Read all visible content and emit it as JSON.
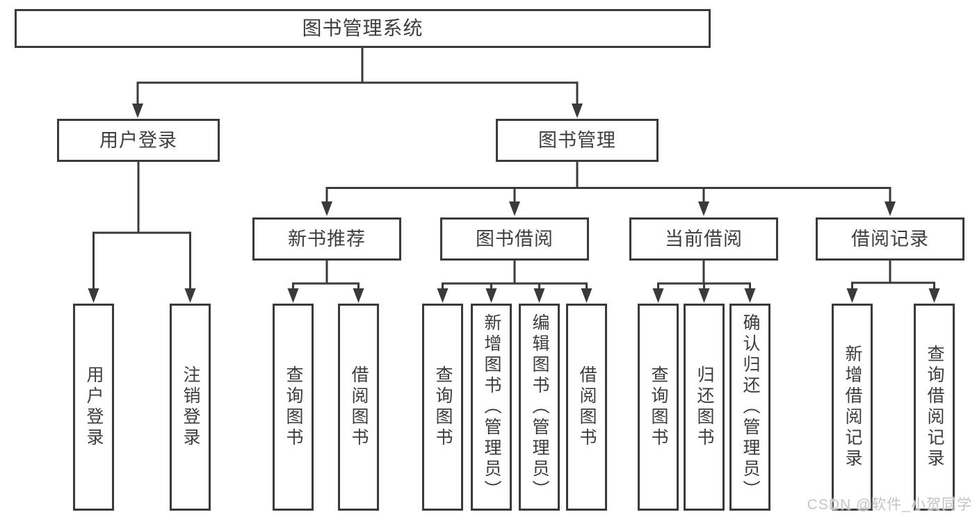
{
  "tree": {
    "root": {
      "label": "图书管理系统"
    },
    "branches": [
      {
        "label": "用户登录",
        "children": [
          {
            "label": "用户登录"
          },
          {
            "label": "注销登录"
          }
        ]
      },
      {
        "label": "图书管理",
        "children": [
          {
            "label": "新书推荐",
            "children": [
              {
                "label": "查询图书"
              },
              {
                "label": "借阅图书"
              }
            ]
          },
          {
            "label": "图书借阅",
            "children": [
              {
                "label": "查询图书"
              },
              {
                "label": "新增图书（管理员）"
              },
              {
                "label": "编辑图书（管理员）"
              },
              {
                "label": "借阅图书"
              }
            ]
          },
          {
            "label": "当前借阅",
            "children": [
              {
                "label": "查询图书"
              },
              {
                "label": "归还图书"
              },
              {
                "label": "确认归还（管理员）"
              }
            ]
          },
          {
            "label": "借阅记录",
            "children": [
              {
                "label": "新增借阅记录"
              },
              {
                "label": "查询借阅记录"
              }
            ]
          }
        ]
      }
    ]
  },
  "watermark": {
    "text": "CSDN @软件_小贺同学"
  },
  "colors": {
    "line": "#3a3a3a",
    "text": "#3d3d3d",
    "background": "#ffffff",
    "watermark": "#c1c1c1"
  }
}
